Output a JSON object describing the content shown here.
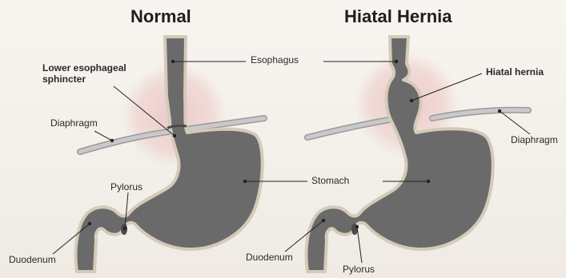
{
  "titles": {
    "left": "Normal",
    "right": "Hiatal Hernia"
  },
  "labels": {
    "lower_sphincter_line1": "Lower esophageal",
    "lower_sphincter_line2": "sphincter",
    "diaphragm_left": "Diaphragm",
    "pylorus_left": "Pylorus",
    "duodenum_left": "Duodenum",
    "esophagus": "Esophagus",
    "stomach": "Stomach",
    "hiatal_hernia": "Hiatal hernia",
    "diaphragm_right": "Diaphragm",
    "duodenum_right": "Duodenum",
    "pylorus_right": "Pylorus"
  },
  "colors": {
    "organ_fill": "#6a6a6a",
    "organ_outline": "#cfc7b6",
    "diaphragm": "#b9b9b9",
    "glow": "#e9c9c9",
    "leader_line": "#222222"
  }
}
